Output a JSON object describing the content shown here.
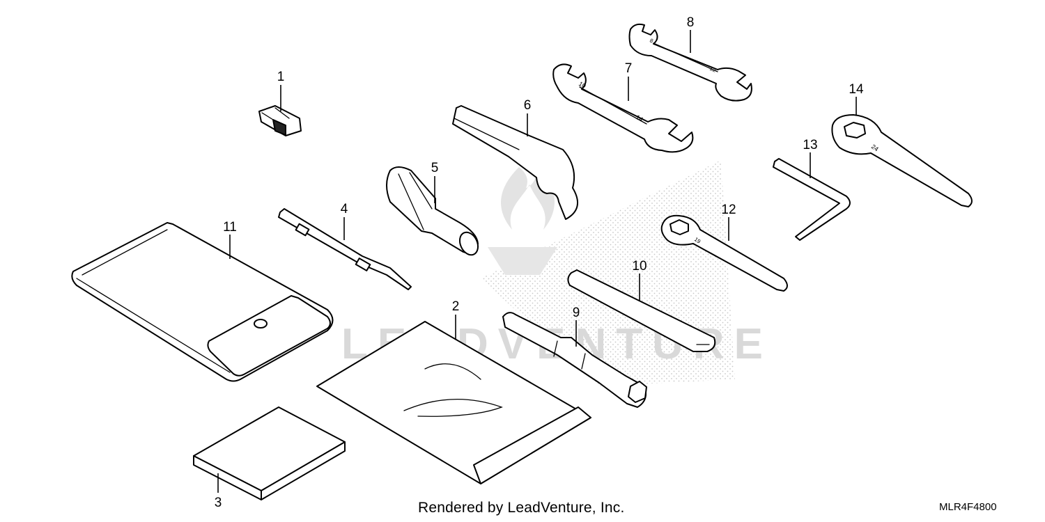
{
  "diagram": {
    "callouts": [
      "1",
      "2",
      "3",
      "4",
      "5",
      "6",
      "7",
      "8",
      "9",
      "10",
      "11",
      "12",
      "13",
      "14"
    ],
    "wrench_marks": {
      "w7_small": "10",
      "w7_large": "14",
      "w8_small": "8",
      "w8_large": "12",
      "w12": "19",
      "w14": "24"
    }
  },
  "watermark": {
    "text": "LEADVENTURE"
  },
  "footer": {
    "credit": "Rendered by LeadVenture, Inc.",
    "code": "MLR4F4800"
  },
  "colors": {
    "line": "#000000",
    "watermark": "#d9d9d9",
    "background": "#ffffff"
  }
}
